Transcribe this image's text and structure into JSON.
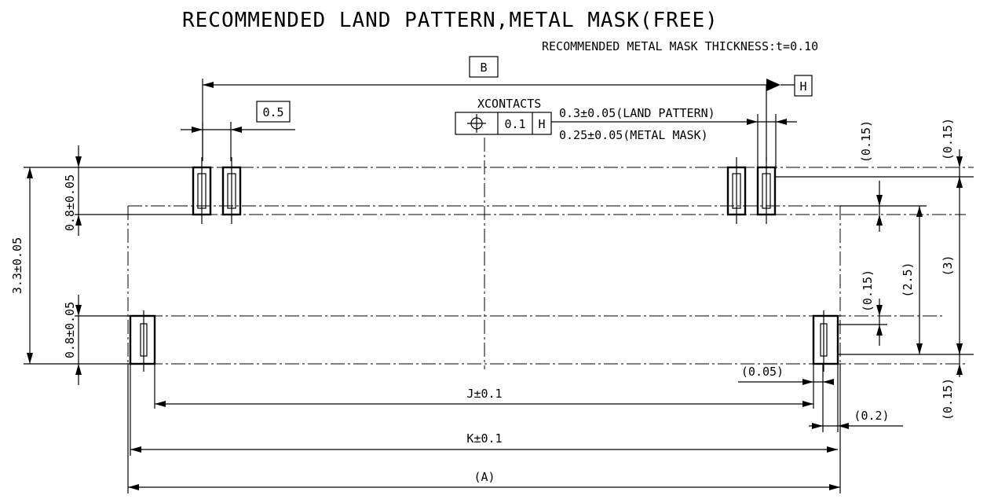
{
  "title": "RECOMMENDED LAND PATTERN,METAL MASK(FREE)",
  "subtitle": "RECOMMENDED METAL MASK THICKNESS:t=0.10",
  "datum_label": "B",
  "datum_h": "H",
  "dims": {
    "pitch": "0.5",
    "contacts": "XCONTACTS",
    "position_tol": "0.1",
    "position_datum": "H",
    "land_width": "0.3±0.05(LAND PATTERN)",
    "mask_width": "0.25±0.05(METAL MASK)",
    "land_len_top": "0.8±0.05",
    "land_len_bottom": "0.8±0.05",
    "overall_height": "3.3±0.05",
    "gap_015_top_a": "(0.15)",
    "gap_015_top_b": "(0.15)",
    "gap_015_mid": "(0.15)",
    "gap_015_bottom": "(0.15)",
    "span_25": "(2.5)",
    "span_3": "(3)",
    "offset_005": "(0.05)",
    "offset_02": "(0.2)",
    "j": "J±0.1",
    "k": "K±0.1",
    "a": "(A)"
  }
}
